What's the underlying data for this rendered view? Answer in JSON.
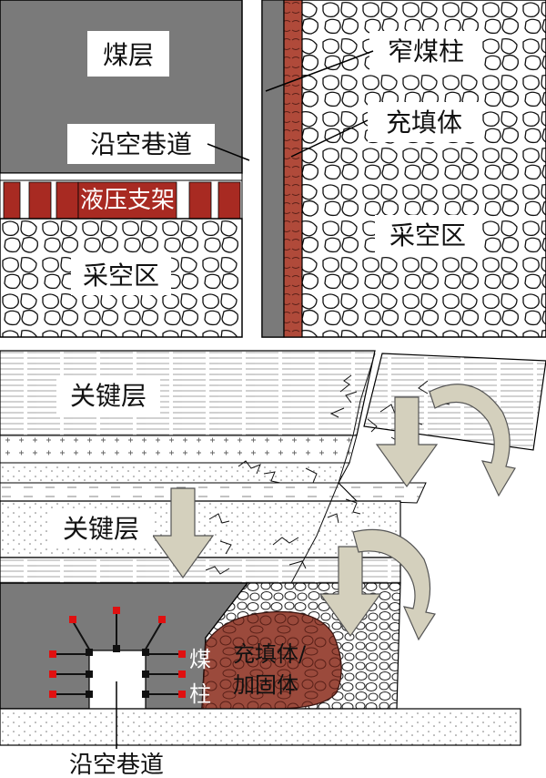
{
  "top_left": {
    "coal_seam": "煤层",
    "gob_roadway": "沿空巷道",
    "hydraulic_support": "液压支架",
    "goaf": "采空区"
  },
  "top_right": {
    "narrow_pillar": "窄煤柱",
    "backfill": "充填体",
    "goaf": "采空区"
  },
  "bottom": {
    "key_stratum_upper": "关键层",
    "key_stratum_lower": "关键层",
    "pillar_char_1": "煤",
    "pillar_char_2": "柱",
    "reinforcement_line1": "充填体/",
    "reinforcement_line2": "加固体",
    "roadway_caption": "沿空巷道"
  },
  "colors": {
    "coal": "#7a7a7a",
    "support_red": "#a82a22",
    "backfill_brown": "#9b4a3c",
    "arrow_fill": "#d4d0bd",
    "bolt_red": "#e01010",
    "bolt_black": "#111111"
  }
}
